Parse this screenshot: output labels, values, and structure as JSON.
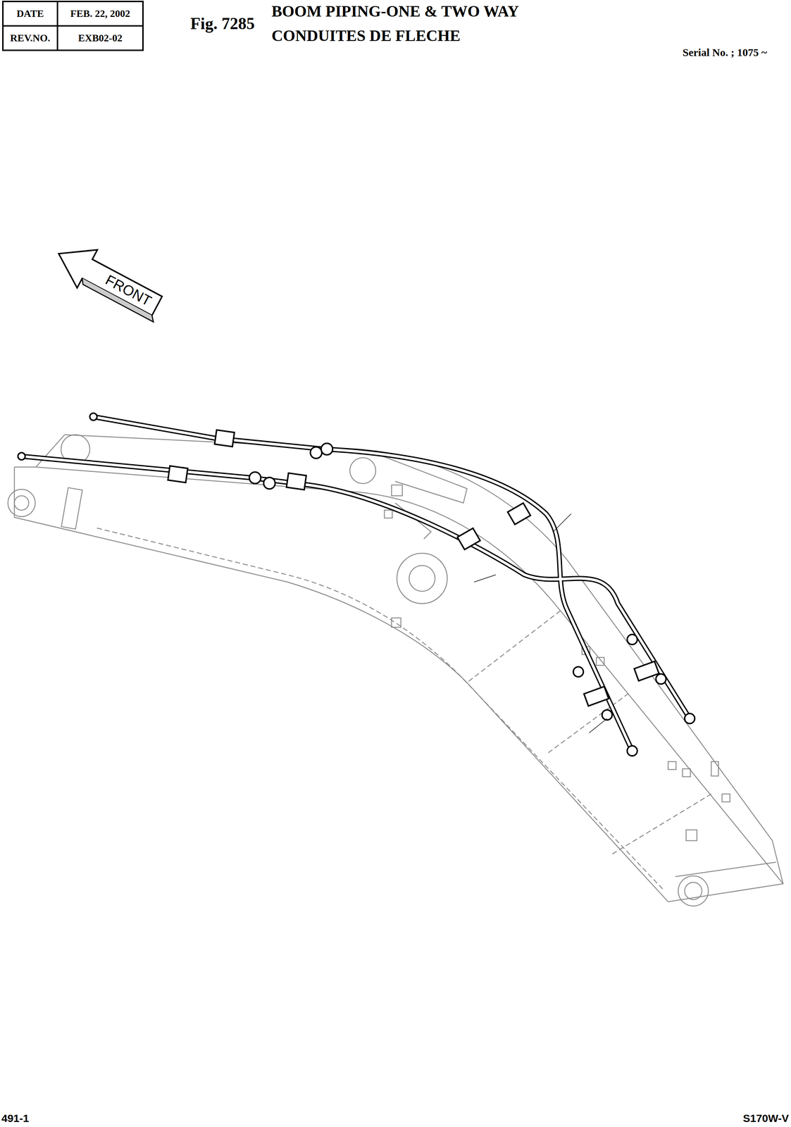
{
  "diagram": {
    "title": "BOOM PIPING-ONE & TWO WAY",
    "labels": [
      "DATE",
      "FEB. 22, 2002",
      "REV.NO.",
      "EXB02-02",
      "Fig. 7285",
      "CONDUITES DE FLECHE",
      "Serial No. ; 1075 ~",
      "FRONT",
      "491-1",
      "S170W-V"
    ]
  }
}
